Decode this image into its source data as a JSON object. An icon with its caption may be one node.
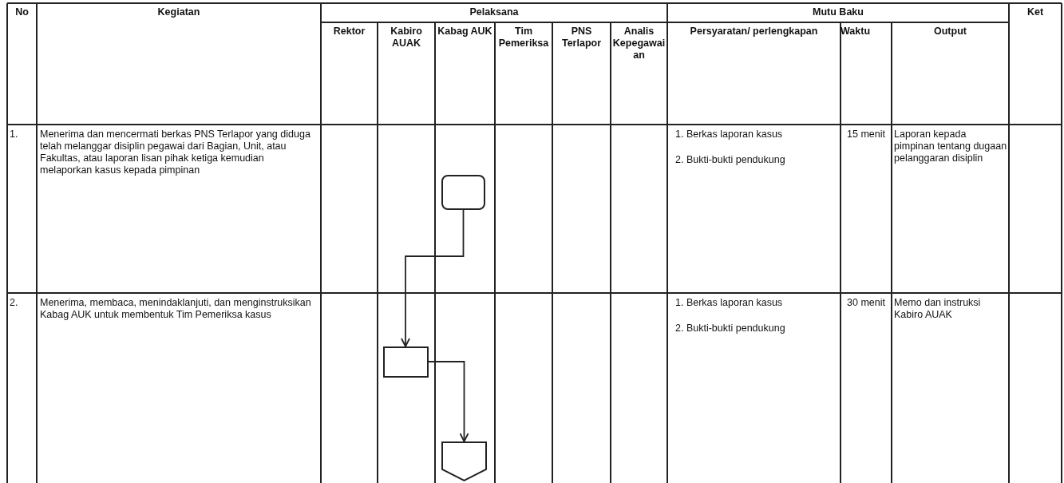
{
  "diagram": {
    "nodes": [
      {
        "text": [],
        "shape": "box"
      },
      {
        "text": [],
        "shape": "box"
      },
      {
        "text": [],
        "shape": "pentagon"
      }
    ],
    "edges": [
      {
        "from": 0,
        "to": 1,
        "arrow": "to"
      },
      {
        "from": 1,
        "to": 2,
        "arrow": "to"
      }
    ],
    "labels": [
      "No",
      "Kegiatan",
      "Pelaksana",
      "Mutu Baku",
      "Ket",
      "Rektor",
      "Kabiro AUAK",
      "Kabag AUK",
      "Tim Pemeriksa",
      "PNS Terlapor",
      "Analis Kepegawaian",
      "Persyaratan/ perlengkapan",
      "Waktu",
      "Output",
      "1.",
      "Menerima dan mencermati berkas PNS Terlapor yang diduga telah melanggar disiplin pegawai dari Bagian, Unit, atau Fakultas, atau laporan lisan pihak ketiga kemudian melaporkan kasus kepada pimpinan",
      "1. Berkas laporan kasus",
      "2. Bukti-bukti pendukung",
      "15 menit",
      "Laporan kepada pimpinan tentang dugaan pelanggaran disiplin",
      "2.",
      "Menerima, membaca, menindaklanjuti, dan menginstruksikan Kabag AUK untuk membentuk Tim Pemeriksa kasus",
      "1. Berkas laporan kasus",
      "2. Bukti-bukti pendukung",
      "30 menit",
      "Memo dan instruksi Kabiro AUAK"
    ]
  }
}
